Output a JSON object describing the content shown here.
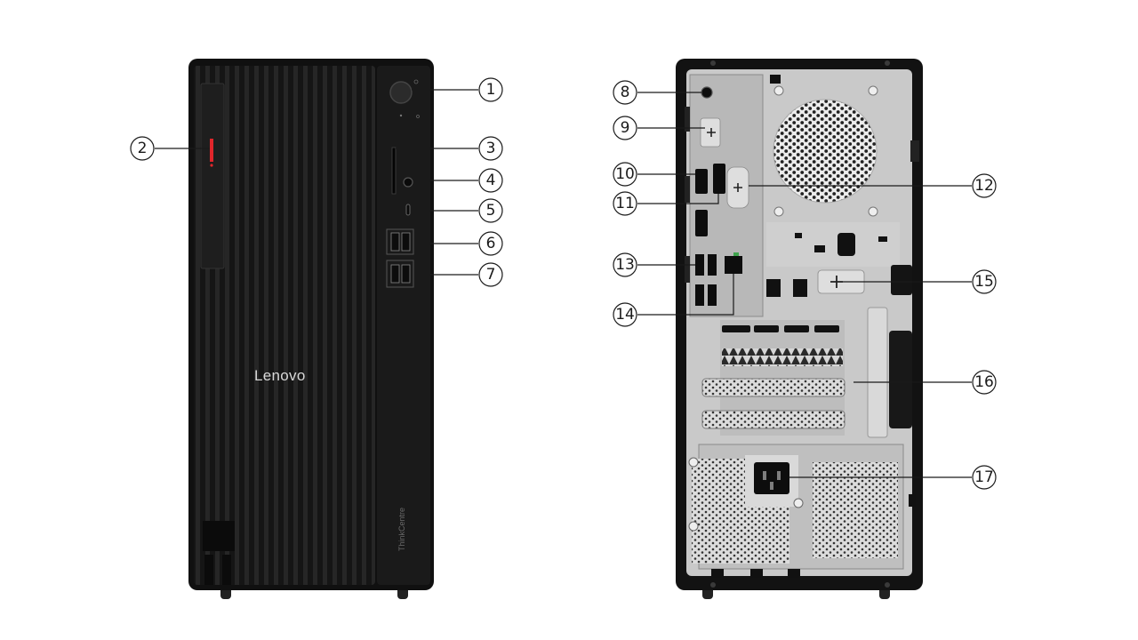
{
  "front": {
    "brand_logo": "Lenovo",
    "vertical_logo": "ThinkCentre"
  },
  "callouts": [
    {
      "id": "callout-1",
      "label": "1"
    },
    {
      "id": "callout-2",
      "label": "2"
    },
    {
      "id": "callout-3",
      "label": "3"
    },
    {
      "id": "callout-4",
      "label": "4"
    },
    {
      "id": "callout-5",
      "label": "5"
    },
    {
      "id": "callout-6",
      "label": "6"
    },
    {
      "id": "callout-7",
      "label": "7"
    },
    {
      "id": "callout-8",
      "label": "8"
    },
    {
      "id": "callout-9",
      "label": "9"
    },
    {
      "id": "callout-10",
      "label": "10"
    },
    {
      "id": "callout-11",
      "label": "11"
    },
    {
      "id": "callout-12",
      "label": "12"
    },
    {
      "id": "callout-13",
      "label": "13"
    },
    {
      "id": "callout-14",
      "label": "14"
    },
    {
      "id": "callout-15",
      "label": "15"
    },
    {
      "id": "callout-16",
      "label": "16"
    },
    {
      "id": "callout-17",
      "label": "17"
    }
  ],
  "colors": {
    "chassis": "#141414",
    "front_panel": "#1c1c1c",
    "rear_plate": "#c9c9c9",
    "accent_red": "#e0262b"
  }
}
